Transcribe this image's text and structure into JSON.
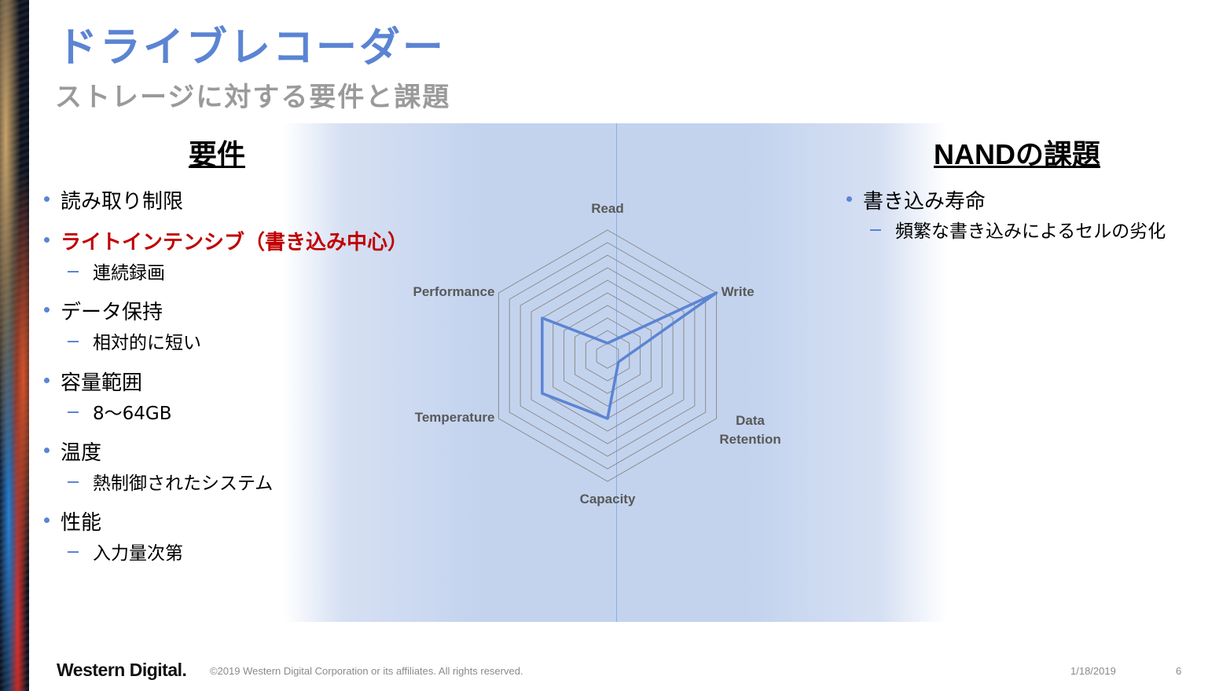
{
  "slide": {
    "title": "ドライブレコーダー",
    "subtitle": "ストレージに対する要件と課題",
    "title_color": "#5b84d3",
    "accent_color": "#5b84d3",
    "highlight_color": "#c00000"
  },
  "requirements": {
    "heading": "要件",
    "items": [
      {
        "label": "読み取り制限",
        "sub": null,
        "highlight": false
      },
      {
        "label": "ライトインテンシブ（書き込み中心）",
        "sub": "連続録画",
        "highlight": true
      },
      {
        "label": "データ保持",
        "sub": "相対的に短い",
        "highlight": false
      },
      {
        "label": "容量範囲",
        "sub": "8～64GB",
        "highlight": false
      },
      {
        "label": "温度",
        "sub": "熱制御されたシステム",
        "highlight": false
      },
      {
        "label": "性能",
        "sub": "入力量次第",
        "highlight": false
      }
    ]
  },
  "nand": {
    "heading": "NANDの課題",
    "items": [
      {
        "label": "書き込み寿命",
        "sub": "頻繁な書き込みによるセルの劣化"
      }
    ]
  },
  "chart_data": {
    "type": "radar",
    "axes": [
      "Read",
      "Write",
      "Data Retention",
      "Capacity",
      "Temperature",
      "Performance"
    ],
    "scale_max": 10,
    "grid_rings": 10,
    "series": [
      {
        "values": [
          1,
          10,
          1,
          5,
          6,
          6
        ],
        "color": "#5b84d3"
      }
    ]
  },
  "footer": {
    "logo": "Western Digital.",
    "copyright": "©2019 Western Digital Corporation or its affiliates. All rights reserved.",
    "date": "1/18/2019",
    "page": "6"
  }
}
